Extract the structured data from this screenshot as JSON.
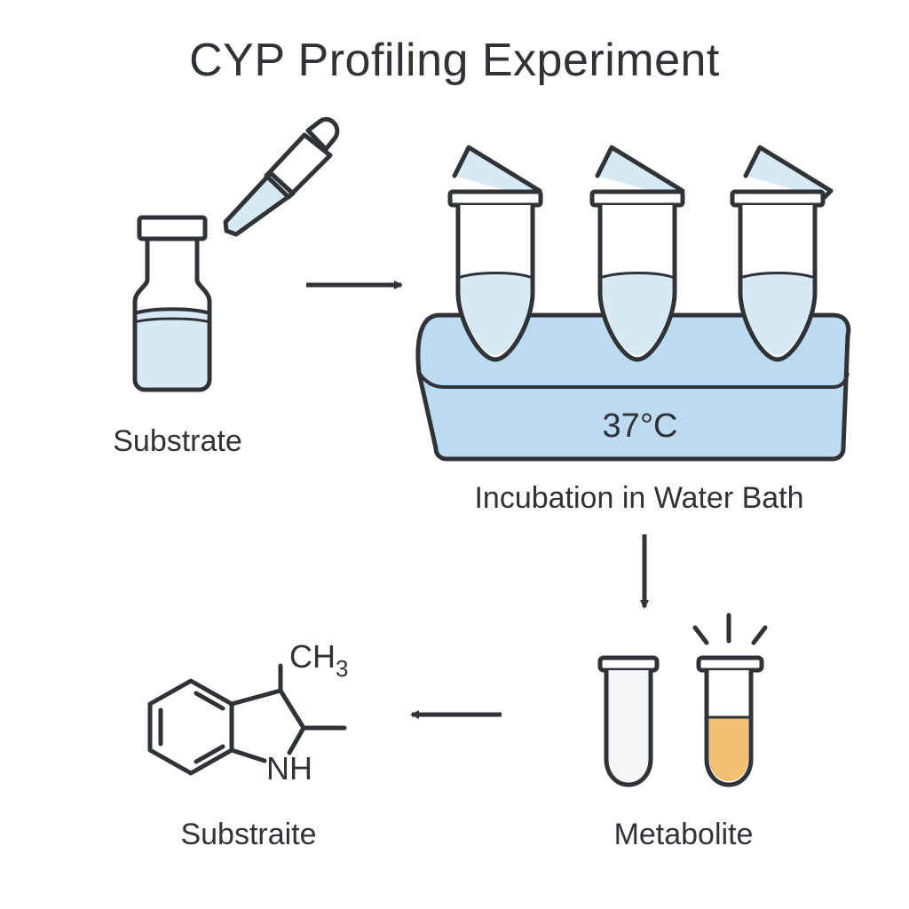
{
  "title": "CYP Profiling Experiment",
  "steps": {
    "substrate_vial": {
      "label": "Substrate"
    },
    "incubation": {
      "label": "Incubation in Water Bath",
      "temperature": "37°C"
    },
    "metabolite": {
      "label": "Metabolite"
    },
    "structure": {
      "label": "Substraite",
      "group_methyl": "CH",
      "group_methyl_subscript": "3",
      "group_amine": "NH"
    }
  },
  "colors": {
    "outline": "#2f3237",
    "liquid_blue": "#d7e9f4",
    "bath_blue": "#bcdaf0",
    "liquid_orange": "#f2bf73",
    "tube_fill": "#f4f6f8"
  }
}
